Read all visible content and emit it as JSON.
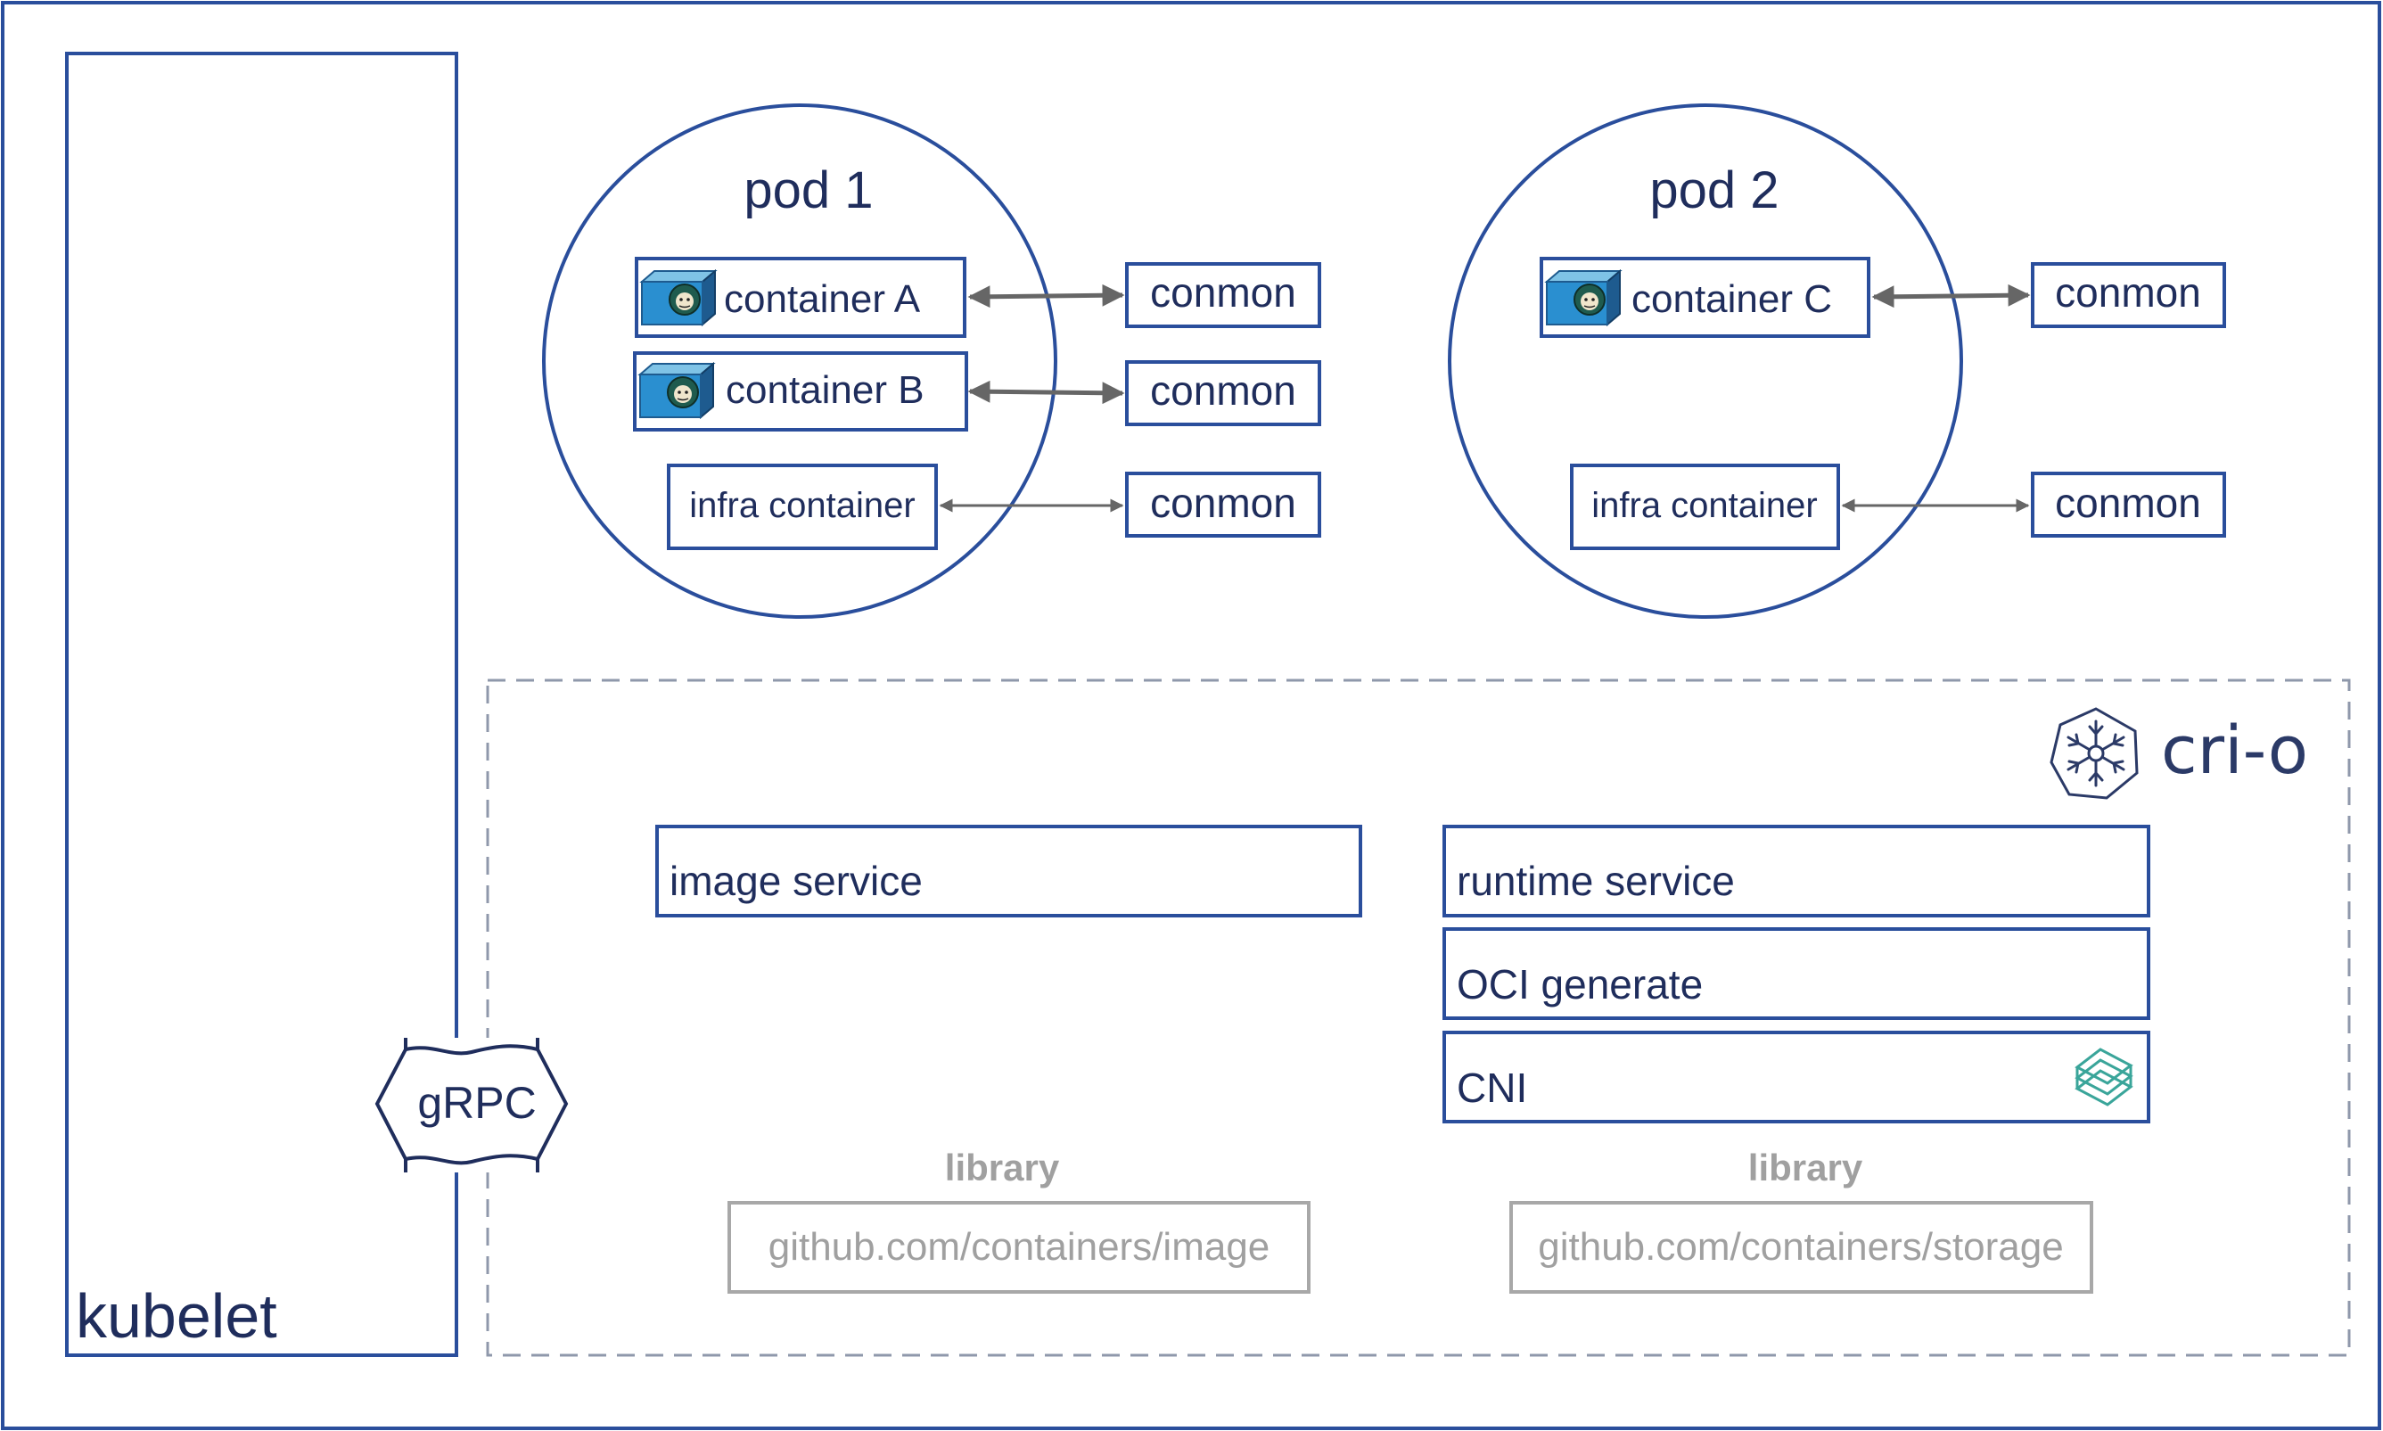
{
  "kubelet": {
    "label": "kubelet"
  },
  "grpc": {
    "label": "gRPC"
  },
  "pods": [
    {
      "title": "pod 1",
      "containers": [
        "container A",
        "container B"
      ],
      "infra": "infra container",
      "conmon": [
        "conmon",
        "conmon",
        "conmon"
      ]
    },
    {
      "title": "pod 2",
      "containers": [
        "container C"
      ],
      "infra": "infra container",
      "conmon": [
        "conmon",
        "conmon"
      ]
    }
  ],
  "crio": {
    "logo_text": "cri-o",
    "image_service": "image service",
    "runtime_service": "runtime service",
    "oci_generate": "OCI generate",
    "cni": "CNI",
    "libraries": [
      {
        "heading": "library",
        "name": "github.com/containers/image"
      },
      {
        "heading": "library",
        "name": "github.com/containers/storage"
      }
    ]
  },
  "icons": {
    "container": "container-box-icon",
    "crio": "crio-snowflake-icon",
    "cni": "cni-logo-icon"
  },
  "colors": {
    "outline": "#2a4e9c",
    "text": "#1f2d5c",
    "arrow": "#666666",
    "dashed": "#8f98ab",
    "library": "#a0a0a0",
    "crio_logo": "#2b3a67",
    "cni_logo": "#3aa59a"
  }
}
